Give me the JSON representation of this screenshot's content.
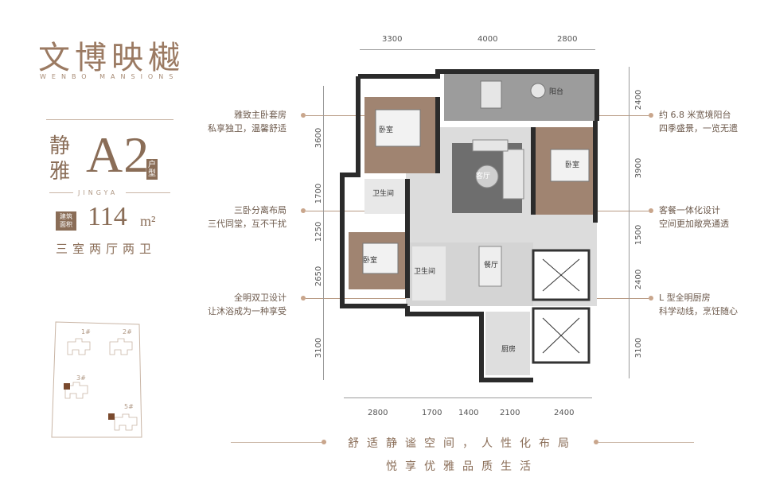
{
  "brand": {
    "name_cn": "文博映樾",
    "name_en": "WENBO MANSIONS"
  },
  "unit": {
    "style": "静雅",
    "code": "A2",
    "tag": "户型",
    "spell": "JINGYA",
    "area_label": "建筑面积",
    "area_value": "114",
    "area_unit": "m²",
    "layout": "三室两厅两卫"
  },
  "annotations_left": [
    {
      "line1": "雅致主卧套房",
      "line2": "私享独卫，温馨舒适"
    },
    {
      "line1": "三卧分离布局",
      "line2": "三代同堂，互不干扰"
    },
    {
      "line1": "全明双卫设计",
      "line2": "让沐浴成为一种享受"
    }
  ],
  "annotations_right": [
    {
      "line1": "约 6.8 米宽境阳台",
      "line2": "四季盛景，一览无遗"
    },
    {
      "line1": "客餐一体化设计",
      "line2": "空间更加敞亮通透"
    },
    {
      "line1": "L 型全明厨房",
      "line2": "科学动线，烹饪随心"
    }
  ],
  "dims": {
    "top": [
      "3300",
      "4000",
      "2800"
    ],
    "bottom": [
      "2800",
      "1700",
      "1400",
      "2100",
      "2400"
    ],
    "left": [
      "3600",
      "1700",
      "1250",
      "2650",
      "3100"
    ],
    "right": [
      "2400",
      "3900",
      "1500",
      "2400",
      "3100"
    ]
  },
  "rooms": {
    "balcony": "阳台",
    "master_bedroom": "卧室",
    "bedroom_right": "卧室",
    "bedroom_left": "卧室",
    "living": "客厅",
    "dining": "餐厅",
    "kitchen": "厨房",
    "bath1": "卫生间",
    "bath2": "卫生间"
  },
  "site": {
    "b1": "1#",
    "b2": "2#",
    "b3": "3#",
    "b5": "5#"
  },
  "slogan": {
    "line1": "舒适静谧空间，人性化布局",
    "line2": "悦享优雅品质生活"
  },
  "colors": {
    "accent": "#8a6d57",
    "highlight": "#7a4a2e"
  }
}
